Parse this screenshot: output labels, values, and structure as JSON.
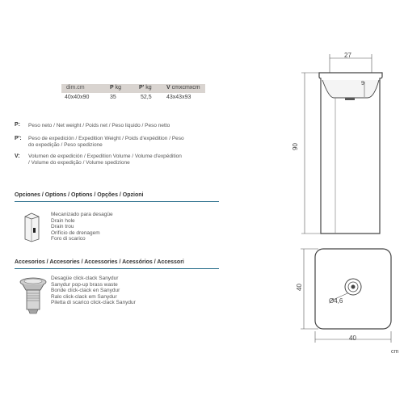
{
  "spec_table": {
    "headers": [
      {
        "name": "dim.cm",
        "key": "",
        "unit": ""
      },
      {
        "name": "P",
        "key": "P",
        "unit": "kg"
      },
      {
        "name": "P'",
        "key": "P'",
        "unit": "kg"
      },
      {
        "name": "V",
        "key": "V",
        "unit": "cmxcmxcm"
      }
    ],
    "row": [
      "40x40x90",
      "35",
      "52,5",
      "43x43x93"
    ]
  },
  "legend": [
    {
      "key": "P:",
      "text": "Peso neto / Net weight / Poids net / Peso liquido / Peso netto"
    },
    {
      "key": "P':",
      "text_lines": [
        "Peso de expedición / Expedition Weight / Poids d'expédition / Peso",
        "do expedição / Peso spedizione"
      ]
    },
    {
      "key": "V:",
      "text_lines": [
        "Volumen de expedición / Expedition Volume / Volume d'expédition",
        "/ Volume do expedição / Volume spedizione"
      ]
    }
  ],
  "options_section": {
    "title": "Opciones / Options / Options / Opções / Opzioni",
    "item_lines": [
      "Mecanizado para desagüe",
      "Drain hole",
      "Drain trou",
      "Orifício de drenagem",
      "Foro di scarico"
    ]
  },
  "accessories_section": {
    "title": "Accesorios / Accesories / Accessories / Acessórios / Accessori",
    "item_lines": [
      "Desagüe click-clack Sanydur",
      "Sanydur pop-up brass waste",
      "Bonde click-clack en Sanydur",
      "Ralo click-clack em Sanydur",
      "Piletta di scarico click-clack Sanydur"
    ]
  },
  "drawing": {
    "top_width": "27",
    "basin_depth": "9",
    "height": "90",
    "plan_depth": "40",
    "drain_diameter": "Ø4,6",
    "plan_width": "40",
    "unit": "cm"
  },
  "colors": {
    "accent": "#2b6f8c",
    "table_header": "#d9d4d0",
    "line": "#555555"
  }
}
